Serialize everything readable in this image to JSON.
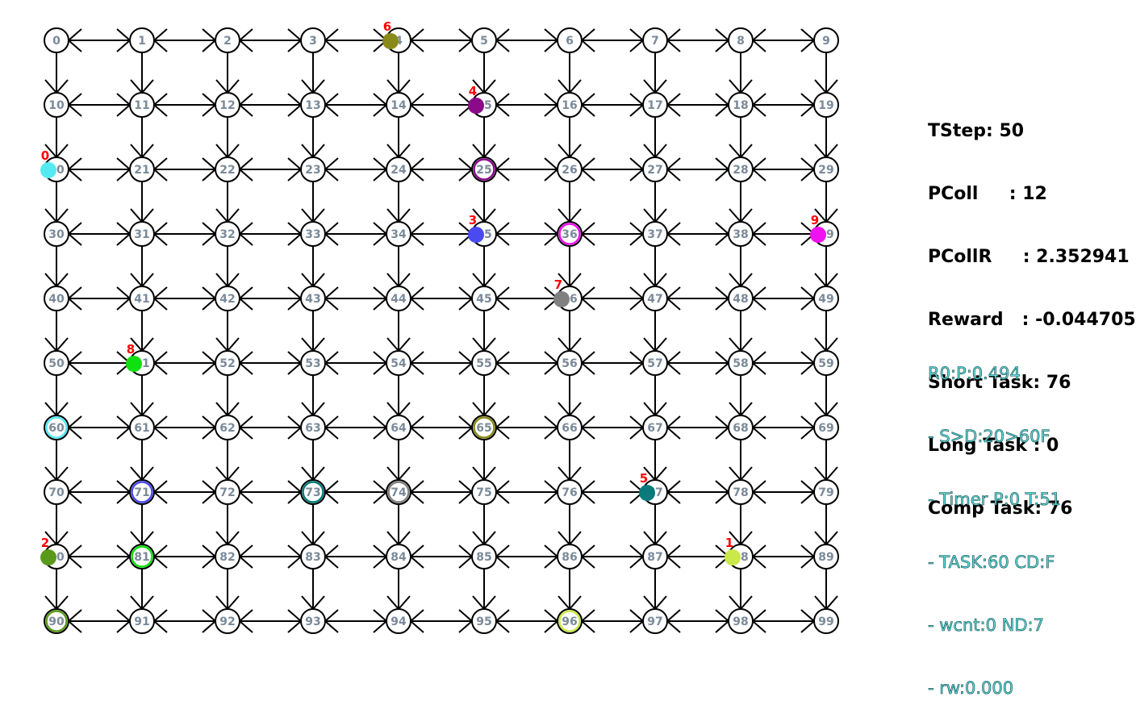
{
  "grid": {
    "rows": 10,
    "cols": 10
  },
  "stats": {
    "tstep": "TStep: 50",
    "pcoll": "PColl     : 12",
    "pcollr": "PCollR     : 2.352941",
    "reward": "Reward   : -0.044705",
    "short_task": "Short Task: 76",
    "long_task": "Long Task : 0",
    "comp_task": "Comp Task: 76"
  },
  "robot_info": {
    "line1": "R0:P:0.494",
    "line2": "- S>D:20>60F",
    "line3": "- Timer P:0 T:51",
    "line4": "- TASK:60 CD:F",
    "line5": "- wcnt:0 ND:7",
    "line6": "- rw:0.000"
  },
  "robots": [
    {
      "id": "0",
      "node": 20,
      "color": "#55eaf2"
    },
    {
      "id": "1",
      "node": 88,
      "color": "#c9e84a"
    },
    {
      "id": "2",
      "node": 80,
      "color": "#5a9a1a"
    },
    {
      "id": "3",
      "node": 35,
      "color": "#4a4af0"
    },
    {
      "id": "4",
      "node": 15,
      "color": "#8a0a8a"
    },
    {
      "id": "5",
      "node": 77,
      "color": "#0a7a7a"
    },
    {
      "id": "6",
      "node": 4,
      "color": "#8a8a1a"
    },
    {
      "id": "7",
      "node": 46,
      "color": "#808080"
    },
    {
      "id": "8",
      "node": 51,
      "color": "#10e010"
    },
    {
      "id": "9",
      "node": 39,
      "color": "#f010f0"
    }
  ],
  "targets": [
    {
      "node": 25,
      "color": "#8a0a8a"
    },
    {
      "node": 36,
      "color": "#f010f0"
    },
    {
      "node": 60,
      "color": "#55eaf2"
    },
    {
      "node": 65,
      "color": "#8a8a1a"
    },
    {
      "node": 71,
      "color": "#4a4af0"
    },
    {
      "node": 73,
      "color": "#0a7a7a"
    },
    {
      "node": 74,
      "color": "#808080"
    },
    {
      "node": 81,
      "color": "#10e010"
    },
    {
      "node": 90,
      "color": "#5a9a1a"
    },
    {
      "node": 96,
      "color": "#c9e84a"
    }
  ],
  "colors": {
    "edge": "#000000",
    "node_label": "#7a8a9a",
    "robot_label": "#ff0000",
    "info_text": "#5fe0e0"
  }
}
